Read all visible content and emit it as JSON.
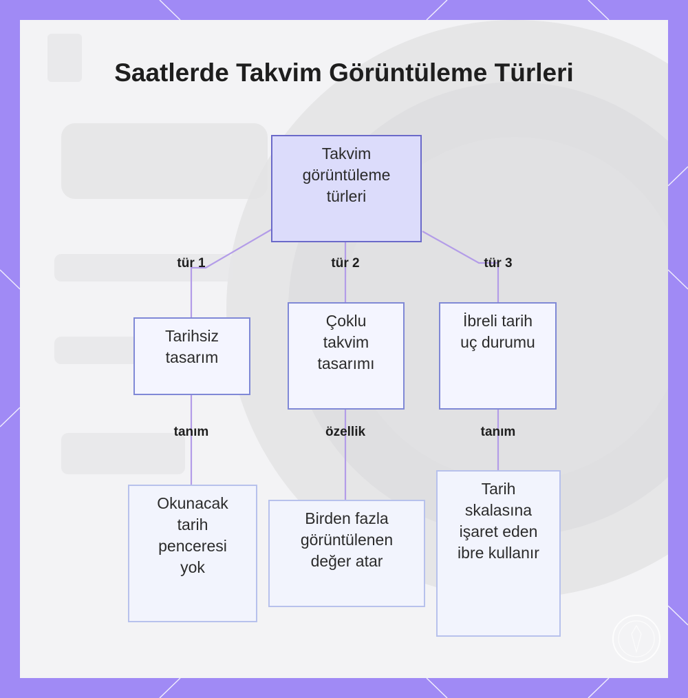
{
  "title": "Saatlerde Takvim Görüntüleme Türleri",
  "colors": {
    "frame": "#a08af5",
    "root_fill": "#dcdcfb",
    "edge": "#b39ce8"
  },
  "root": {
    "label": "Takvim görüntüleme türleri"
  },
  "branches": [
    {
      "edge_label": "tür 1",
      "node": "Tarihsiz tasarım",
      "child_edge_label": "tanım",
      "child": "Okunacak tarih penceresi yok"
    },
    {
      "edge_label": "tür 2",
      "node": "Çoklu takvim tasarımı",
      "child_edge_label": "özellik",
      "child": "Birden fazla görüntülenen değer atar"
    },
    {
      "edge_label": "tür 3",
      "node": "İbreli tarih uç durumu",
      "child_edge_label": "tanım",
      "child": "Tarih skalasına işaret eden ibre kullanır"
    }
  ]
}
